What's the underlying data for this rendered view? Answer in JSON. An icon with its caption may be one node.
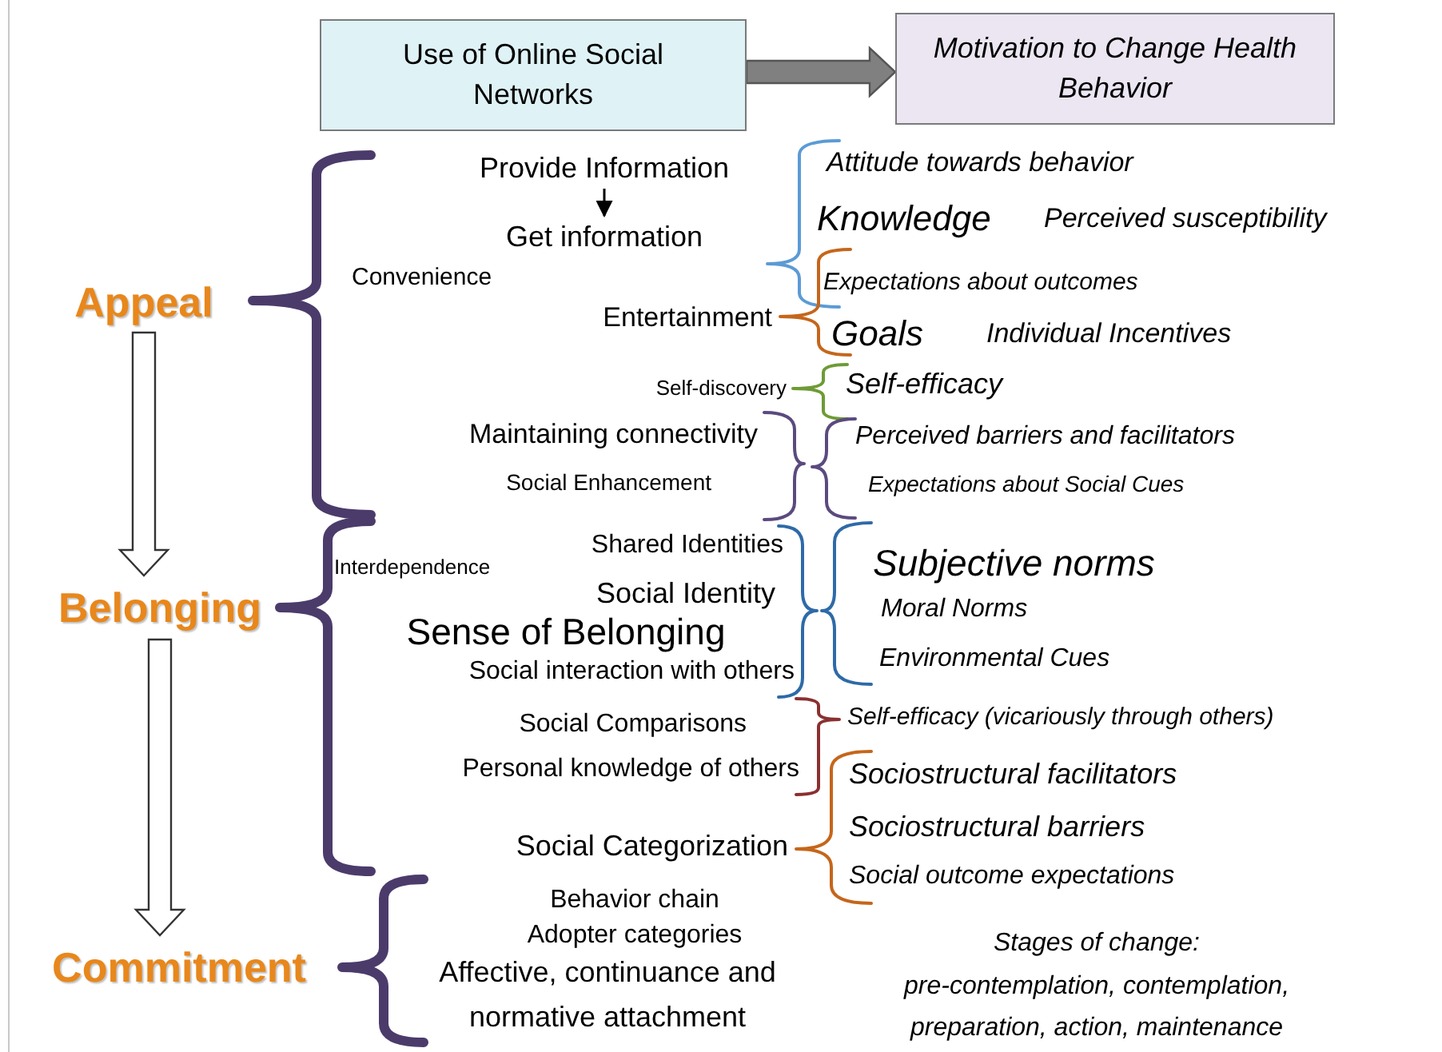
{
  "diagram": {
    "nodes": [
      {
        "text": [
          "Use of Online Social Networks"
        ]
      },
      {
        "text": [
          "Motivation to Change Health Behavior"
        ]
      },
      {
        "text": [
          "Appeal"
        ]
      },
      {
        "text": [
          "Belonging"
        ]
      },
      {
        "text": [
          "Commitment"
        ]
      },
      {
        "text": [
          "Provide Information"
        ]
      },
      {
        "text": [
          "Get information"
        ]
      }
    ],
    "edges": [
      {
        "from": 0,
        "to": 1,
        "arrow": "to",
        "style": "thick",
        "color": "#808080"
      },
      {
        "from": 2,
        "to": 3,
        "arrow": "to",
        "style": "thick"
      },
      {
        "from": 3,
        "to": 4,
        "arrow": "to",
        "style": "thick"
      },
      {
        "from": 5,
        "to": 6,
        "arrow": "to"
      }
    ],
    "labels": [
      "Attitude towards behavior",
      "Knowledge",
      "Perceived susceptibility",
      "Convenience",
      "Entertainment",
      "Expectations about outcomes",
      "Goals",
      "Individual Incentives",
      "Self-discovery",
      "Self-efficacy",
      "Maintaining connectivity",
      "Perceived barriers and facilitators",
      "Social Enhancement",
      "Expectations about Social Cues",
      "Shared Identities",
      "Interdependence",
      "Subjective norms",
      "Social Identity",
      "Moral Norms",
      "Sense of Belonging",
      "Social interaction with others",
      "Environmental Cues",
      "Social Comparisons",
      "Self-efficacy (vicariously through others)",
      "Personal knowledge of others",
      "Sociostructural facilitators",
      "Social Categorization",
      "Sociostructural barriers",
      "Social outcome expectations",
      "Behavior chain",
      "Adopter categories",
      "Stages of change:",
      "Affective, continuance and normative attachment",
      "pre-contemplation, contemplation, preparation, action, maintenance"
    ]
  }
}
